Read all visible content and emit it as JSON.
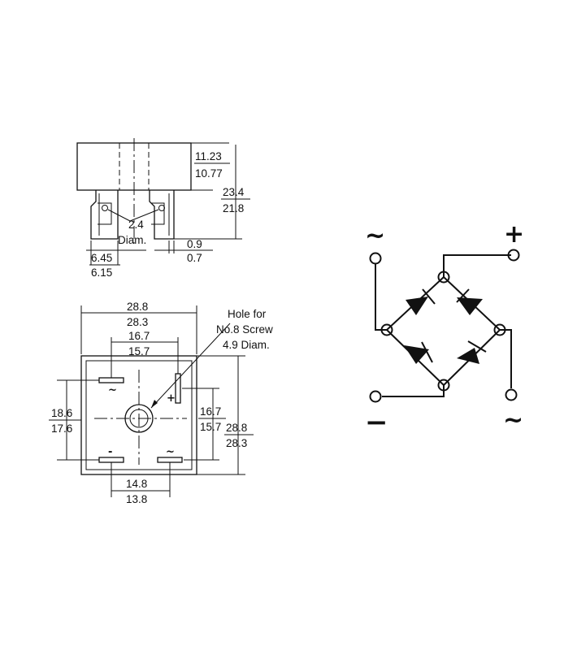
{
  "side_view": {
    "height_body_max": "11.23",
    "height_body_min": "10.77",
    "height_total_max": "23.4",
    "height_total_min": "21.8",
    "hole_diam": "2.4",
    "hole_diam_label": "Diam.",
    "tab_width_max": "6.45",
    "tab_width_min": "6.15",
    "tab_thickness_max": "0.9",
    "tab_thickness_min": "0.7"
  },
  "top_view": {
    "width_max": "28.8",
    "width_min": "28.3",
    "inner_span_max": "16.7",
    "inner_span_min": "15.7",
    "hole_note_line1": "Hole for",
    "hole_note_line2": "No.8 Screw",
    "hole_note_line3": "4.9 Diam.",
    "left_span_max": "18.6",
    "left_span_min": "17.6",
    "right_span_max": "16.7",
    "right_span_min": "15.7",
    "height_max": "28.8",
    "height_min": "28.3",
    "bottom_span_max": "14.8",
    "bottom_span_min": "13.8",
    "pin_ac1": "~",
    "pin_plus": "+",
    "pin_minus": "-",
    "pin_ac2": "~"
  },
  "schematic": {
    "ac_top_label": "~",
    "plus_label": "+",
    "minus_label": "−",
    "ac_bottom_label": "~"
  }
}
